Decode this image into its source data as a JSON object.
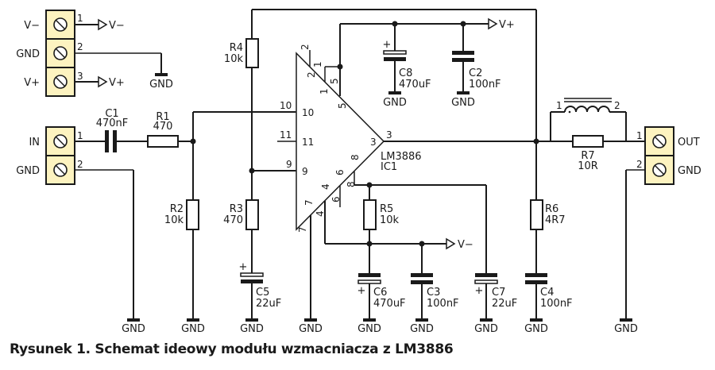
{
  "caption": "Rysunek 1. Schemat ideowy modułu wzmacniacza z LM3886",
  "colors": {
    "terminal_fill": "#fdf3c0",
    "ink": "#1a1a1a"
  },
  "power_connector": {
    "labels": [
      "V−",
      "GND",
      "V+"
    ],
    "pins": [
      "1",
      "2",
      "3"
    ],
    "nets": [
      "V−",
      "GND",
      "V+"
    ]
  },
  "input_connector": {
    "labels": [
      "IN",
      "GND"
    ],
    "pins": [
      "1",
      "2"
    ]
  },
  "output_connector": {
    "labels": [
      "OUT",
      "GND"
    ],
    "pins": [
      "1",
      "2"
    ]
  },
  "gnd": "GND",
  "vplus": "V+",
  "vminus": "V−",
  "plus": "+",
  "components": {
    "C1": {
      "ref": "C1",
      "value": "470nF"
    },
    "R1": {
      "ref": "R1",
      "value": "470"
    },
    "R2": {
      "ref": "R2",
      "value": "10k"
    },
    "R3": {
      "ref": "R3",
      "value": "470"
    },
    "R4": {
      "ref": "R4",
      "value": "10k"
    },
    "R5": {
      "ref": "R5",
      "value": "10k"
    },
    "R6": {
      "ref": "R6",
      "value": "4R7"
    },
    "R7": {
      "ref": "R7",
      "value": "10R"
    },
    "C2": {
      "ref": "C2",
      "value": "100nF"
    },
    "C3": {
      "ref": "C3",
      "value": "100nF"
    },
    "C4": {
      "ref": "C4",
      "value": "100nF"
    },
    "C5": {
      "ref": "C5",
      "value": "22uF"
    },
    "C6": {
      "ref": "C6",
      "value": "470uF"
    },
    "C7": {
      "ref": "C7",
      "value": "22uF"
    },
    "C8": {
      "ref": "C8",
      "value": "470uF"
    },
    "L1": {
      "pin1": "1",
      "pin2": "2"
    },
    "IC1": {
      "ref": "IC1",
      "part": "LM3886"
    }
  },
  "ic_pins": {
    "p1": "1",
    "p2": "2",
    "p3": "3",
    "p4": "4",
    "p5": "5",
    "p6": "6",
    "p7": "7",
    "p8": "8",
    "p9": "9",
    "p10": "10",
    "p11": "11"
  }
}
